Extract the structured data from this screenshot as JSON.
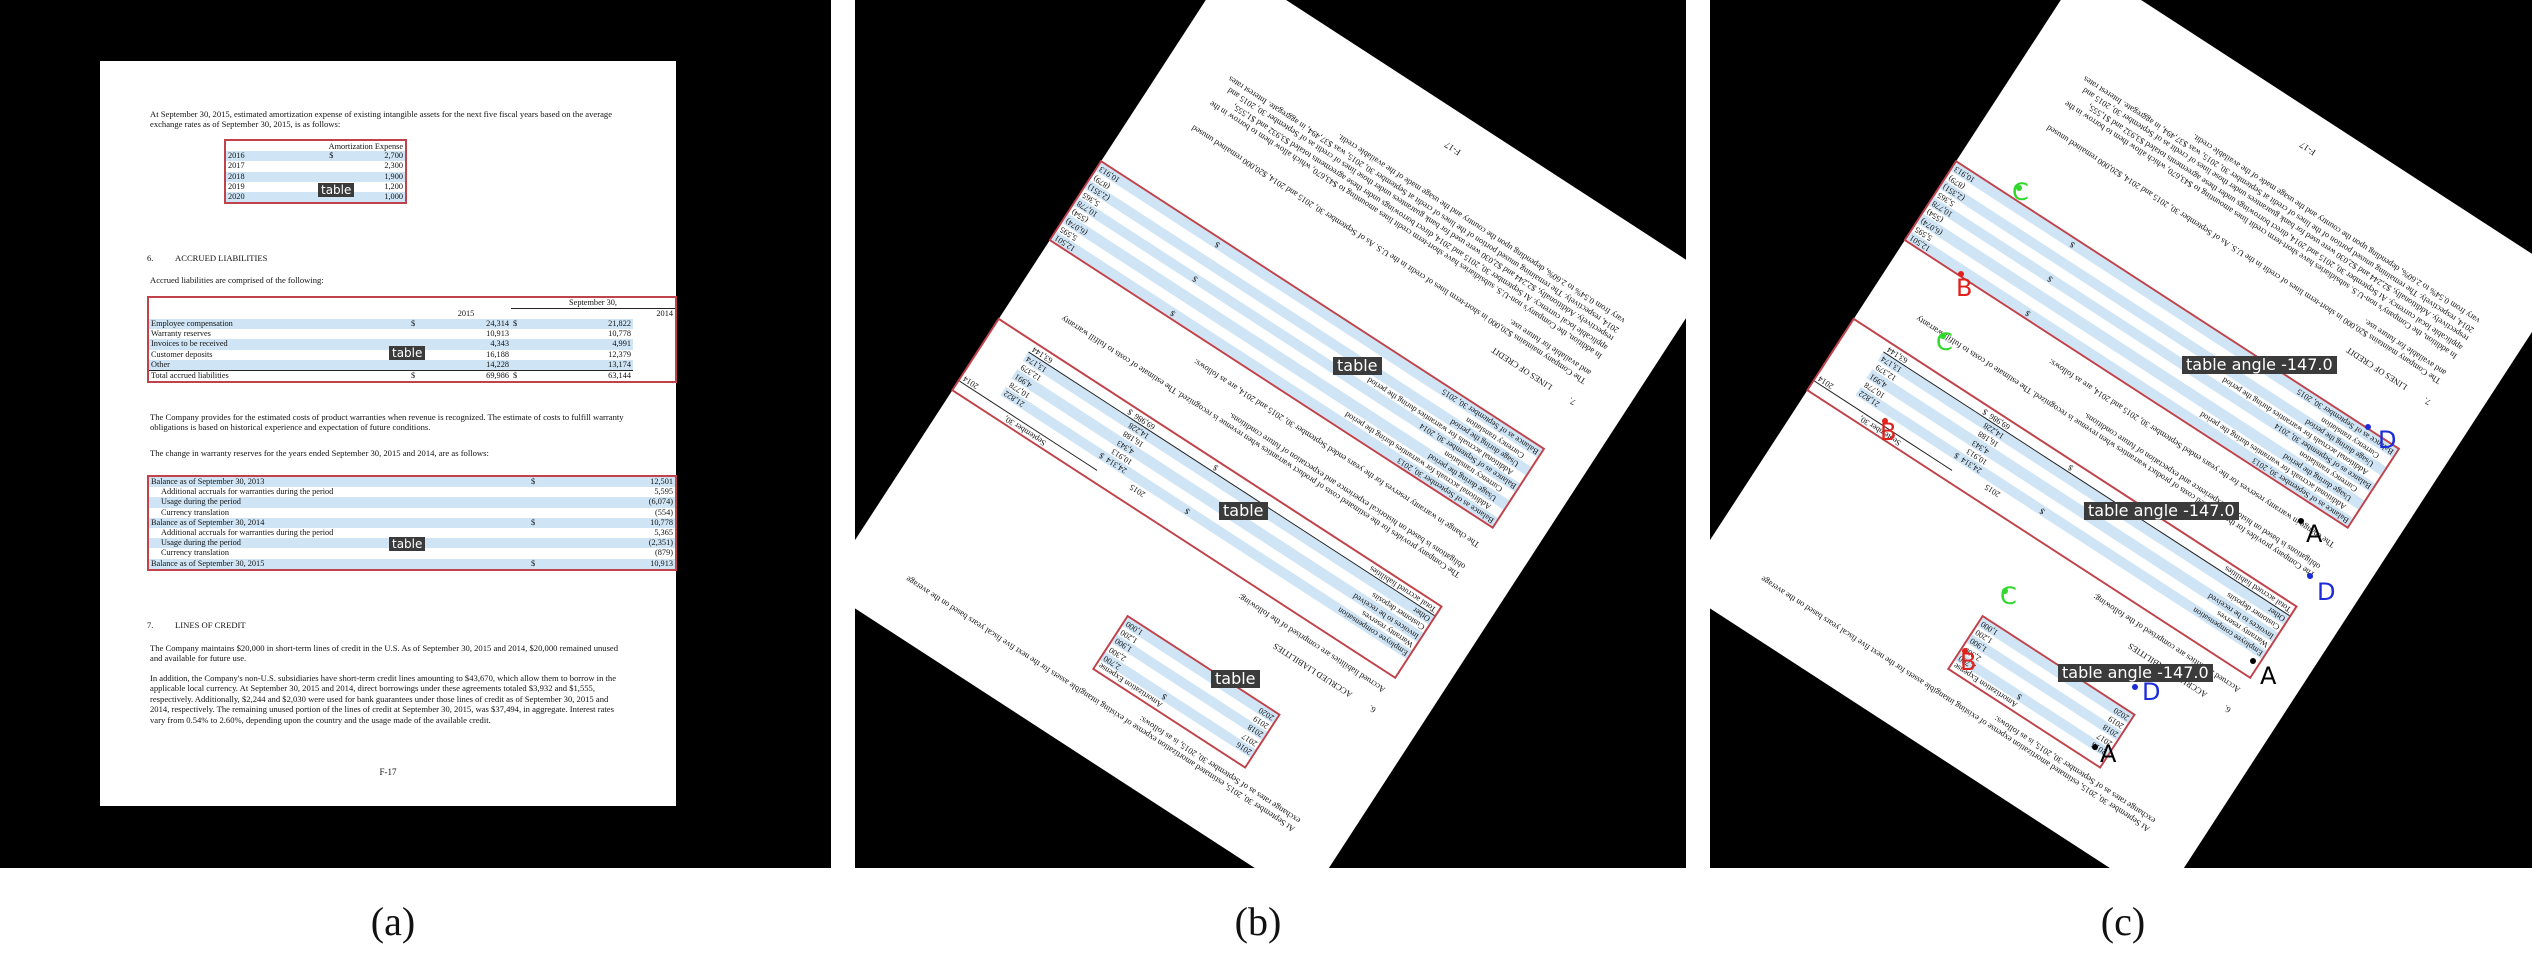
{
  "captions": [
    "(a)",
    "(b)",
    "(c)"
  ],
  "document": {
    "intro": "At September 30, 2015, estimated amortization expense of existing intangible assets for the next five fiscal years based on the average exchange rates as of September 30, 2015, is as follows:",
    "amort_table": {
      "header": "Amortization Expense",
      "rows": [
        {
          "year": "2016",
          "cur": "$",
          "value": "2,700"
        },
        {
          "year": "2017",
          "cur": "",
          "value": "2,300"
        },
        {
          "year": "2018",
          "cur": "",
          "value": "1,900"
        },
        {
          "year": "2019",
          "cur": "",
          "value": "1,200"
        },
        {
          "year": "2020",
          "cur": "",
          "value": "1,000"
        }
      ]
    },
    "sec6_num": "6.",
    "sec6_title": "ACCRUED LIABILITIES",
    "accrued_intro": "Accrued liabilities are comprised of the following:",
    "accrued_table": {
      "header_group": "September 30,",
      "col1": "2015",
      "col2": "2014",
      "rows": [
        {
          "label": "Employee compensation",
          "c1": "$",
          "v1": "24,314",
          "c2": "$",
          "v2": "21,822"
        },
        {
          "label": "Warranty reserves",
          "c1": "",
          "v1": "10,913",
          "c2": "",
          "v2": "10,778"
        },
        {
          "label": "Invoices to be received",
          "c1": "",
          "v1": "4,343",
          "c2": "",
          "v2": "4,991"
        },
        {
          "label": "Customer deposits",
          "c1": "",
          "v1": "16,188",
          "c2": "",
          "v2": "12,379"
        },
        {
          "label": "Other",
          "c1": "",
          "v1": "14,228",
          "c2": "",
          "v2": "13,174"
        },
        {
          "label": "Total accrued liabilities",
          "c1": "$",
          "v1": "69,986",
          "c2": "$",
          "v2": "63,144"
        }
      ]
    },
    "warranty_para": "The Company provides for the estimated costs of product warranties when revenue is recognized. The estimate of costs to fulfill warranty obligations is based on historical experience and expectation of future conditions.",
    "warranty_intro": "The change in warranty reserves for the years ended September 30, 2015 and 2014, are as follows:",
    "warranty_table": {
      "rows": [
        {
          "label": "Balance as of September 30, 2013",
          "indent": false,
          "cur": "$",
          "value": "12,501"
        },
        {
          "label": "Additional accruals for warranties during the period",
          "indent": true,
          "cur": "",
          "value": "5,595"
        },
        {
          "label": "Usage during the period",
          "indent": true,
          "cur": "",
          "value": "(6,074)"
        },
        {
          "label": "Currency translation",
          "indent": true,
          "cur": "",
          "value": "(554)"
        },
        {
          "label": "Balance as of September 30, 2014",
          "indent": false,
          "cur": "$",
          "value": "10,778"
        },
        {
          "label": "Additional accruals for warranties during the period",
          "indent": true,
          "cur": "",
          "value": "5,365"
        },
        {
          "label": "Usage during the period",
          "indent": true,
          "cur": "",
          "value": "(2,351)"
        },
        {
          "label": "Currency translation",
          "indent": true,
          "cur": "",
          "value": "(879)"
        },
        {
          "label": "Balance as of September 30, 2015",
          "indent": false,
          "cur": "$",
          "value": "10,913"
        }
      ]
    },
    "sec7_num": "7.",
    "sec7_title": "LINES OF CREDIT",
    "credit_para1": "The Company maintains $20,000 in short-term lines of credit in the U.S. As of September 30, 2015 and 2014, $20,000 remained unused and available for future use.",
    "credit_para2": "In addition, the Company's non-U.S. subsidiaries have short-term credit lines amounting to $43,670, which allow them to borrow in the applicable local currency. At September 30, 2015 and 2014, direct borrowings under these agreements totaled $3,932 and $1,555, respectively. Additionally, $2,244 and $2,030 were used for bank guarantees under those lines of credit as of September 30, 2015 and 2014, respectively. The remaining unused portion of the lines of credit at September 30, 2015, was $37,494, in aggregate. Interest rates vary from 0.54% to 2.60%, depending upon the country and the usage made of the available credit.",
    "page_number": "F-17"
  },
  "labels": {
    "table": "table",
    "table_angle": "table angle -147.0",
    "corner_a": "A",
    "corner_b": "B",
    "corner_c": "C",
    "corner_d": "D"
  },
  "colors": {
    "table_border": "#c0424a",
    "stripe": "#cfe5f5",
    "corner_a": "#000000",
    "corner_b": "#e0211c",
    "corner_c": "#2fd82b",
    "corner_d": "#1c2cd8"
  }
}
